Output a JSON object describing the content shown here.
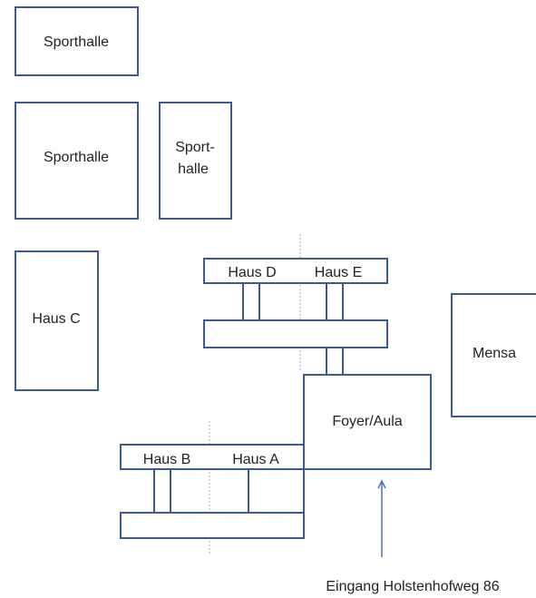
{
  "diagram": {
    "buildings": {
      "sporthalle_1": "Sporthalle",
      "sporthalle_2": "Sporthalle",
      "sporthalle_3_line1": "Sport-",
      "sporthalle_3_line2": "halle",
      "haus_c": "Haus C",
      "haus_d": "Haus D",
      "haus_e": "Haus E",
      "mensa": "Mensa",
      "foyer_aula": "Foyer/Aula",
      "haus_b": "Haus B",
      "haus_a": "Haus A"
    },
    "entrance_label": "Eingang Holstenhofweg 86"
  }
}
